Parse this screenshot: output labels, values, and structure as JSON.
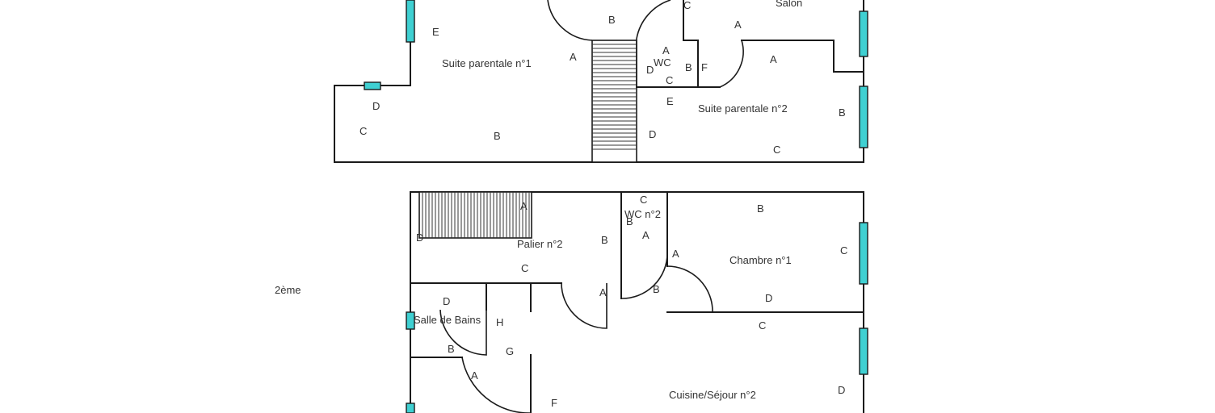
{
  "level_label": "2ème",
  "upper_plan": {
    "rooms": {
      "salon": "Salon",
      "suite1": "Suite parentale n°1",
      "suite2": "Suite parentale n°2",
      "wc": "WC"
    },
    "letters": {
      "b_top": "B",
      "c_top": "C",
      "e_left": "E",
      "a_mid": "A",
      "d_left": "D",
      "c_left": "C",
      "b_bottom": "B",
      "a_wc": "A",
      "d_wc": "D",
      "b_wc": "B",
      "f_wc": "F",
      "c_wc": "C",
      "e_suite2": "E",
      "d_suite2": "D",
      "c_suite2": "C",
      "b_suite2": "B",
      "a_salon1": "A",
      "a_salon2": "A"
    }
  },
  "lower_plan": {
    "rooms": {
      "palier": "Palier n°2",
      "wc2": "WC n°2",
      "chambre": "Chambre n°1",
      "sdb": "Salle de Bains",
      "cuisine": "Cuisine/Séjour n°2"
    },
    "letters": {
      "a_stair": "A",
      "d_stair": "D",
      "b_palier": "B",
      "c_palier": "C",
      "c_wc2": "C",
      "b_wc2": "B",
      "a_wc2": "A",
      "a_door": "A",
      "b_door": "B",
      "b_ch": "B",
      "a_ch": "A",
      "c_ch": "C",
      "d_ch": "D",
      "d_sdb": "D",
      "h_sdb": "H",
      "b_sdb": "B",
      "g_sdb": "G",
      "a_low": "A",
      "f_low": "F",
      "c_cui": "C",
      "d_cui": "D"
    }
  }
}
